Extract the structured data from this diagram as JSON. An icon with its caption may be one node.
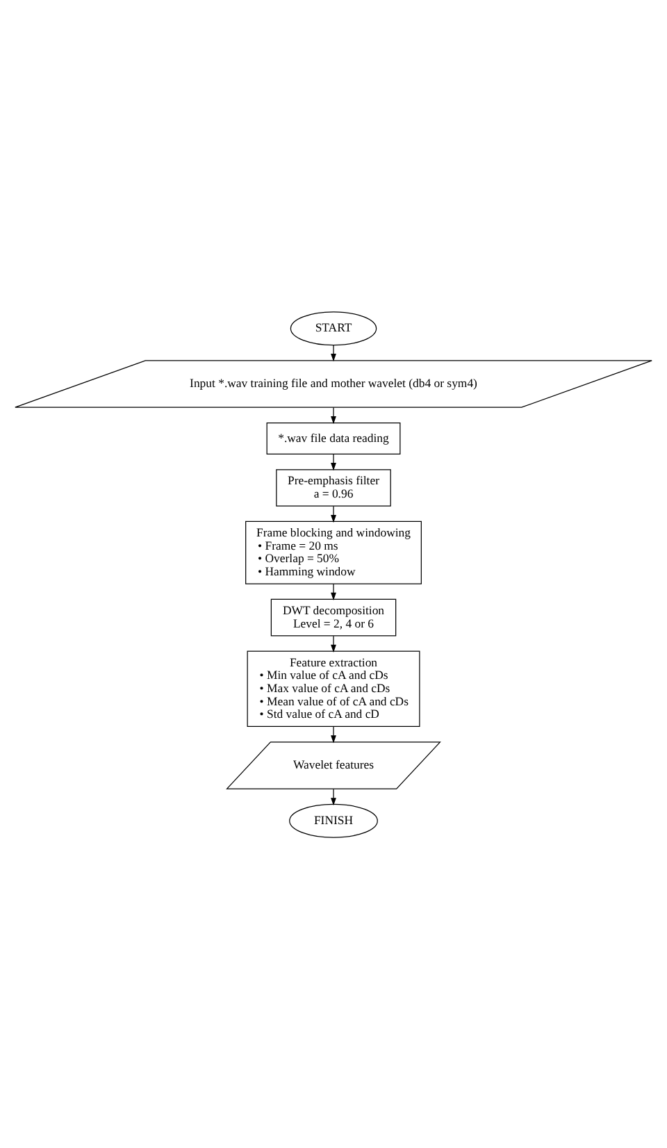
{
  "diagram": {
    "nodes": [
      {
        "text": [
          "START"
        ]
      },
      {
        "text": [
          "Input *.wav training file and mother wavelet (db4 or sym4)"
        ]
      },
      {
        "text": [
          "*.wav file data reading"
        ]
      },
      {
        "text": [
          "Pre-emphasis filter",
          "a = 0.96"
        ]
      },
      {
        "text": [
          "Frame blocking and windowing",
          "• Frame = 20 ms",
          "• Overlap = 50%",
          "• Hamming window"
        ]
      },
      {
        "text": [
          "DWT decomposition",
          "Level = 2, 4 or 6"
        ]
      },
      {
        "text": [
          "Feature extraction",
          "• Min value of cA and cDs",
          "• Max value of cA and cDs",
          "• Mean value of of cA and cDs",
          "• Std value of cA and cD"
        ]
      },
      {
        "text": [
          "Wavelet features"
        ]
      },
      {
        "text": [
          "FINISH"
        ]
      }
    ],
    "edges": [
      {
        "from": 0,
        "to": 1,
        "arrow": "to"
      },
      {
        "from": 1,
        "to": 2,
        "arrow": "to"
      },
      {
        "from": 2,
        "to": 3,
        "arrow": "to"
      },
      {
        "from": 3,
        "to": 4,
        "arrow": "to"
      },
      {
        "from": 4,
        "to": 5,
        "arrow": "to"
      },
      {
        "from": 5,
        "to": 6,
        "arrow": "to"
      },
      {
        "from": 6,
        "to": 7,
        "arrow": "to"
      },
      {
        "from": 7,
        "to": 8,
        "arrow": "to"
      }
    ]
  }
}
